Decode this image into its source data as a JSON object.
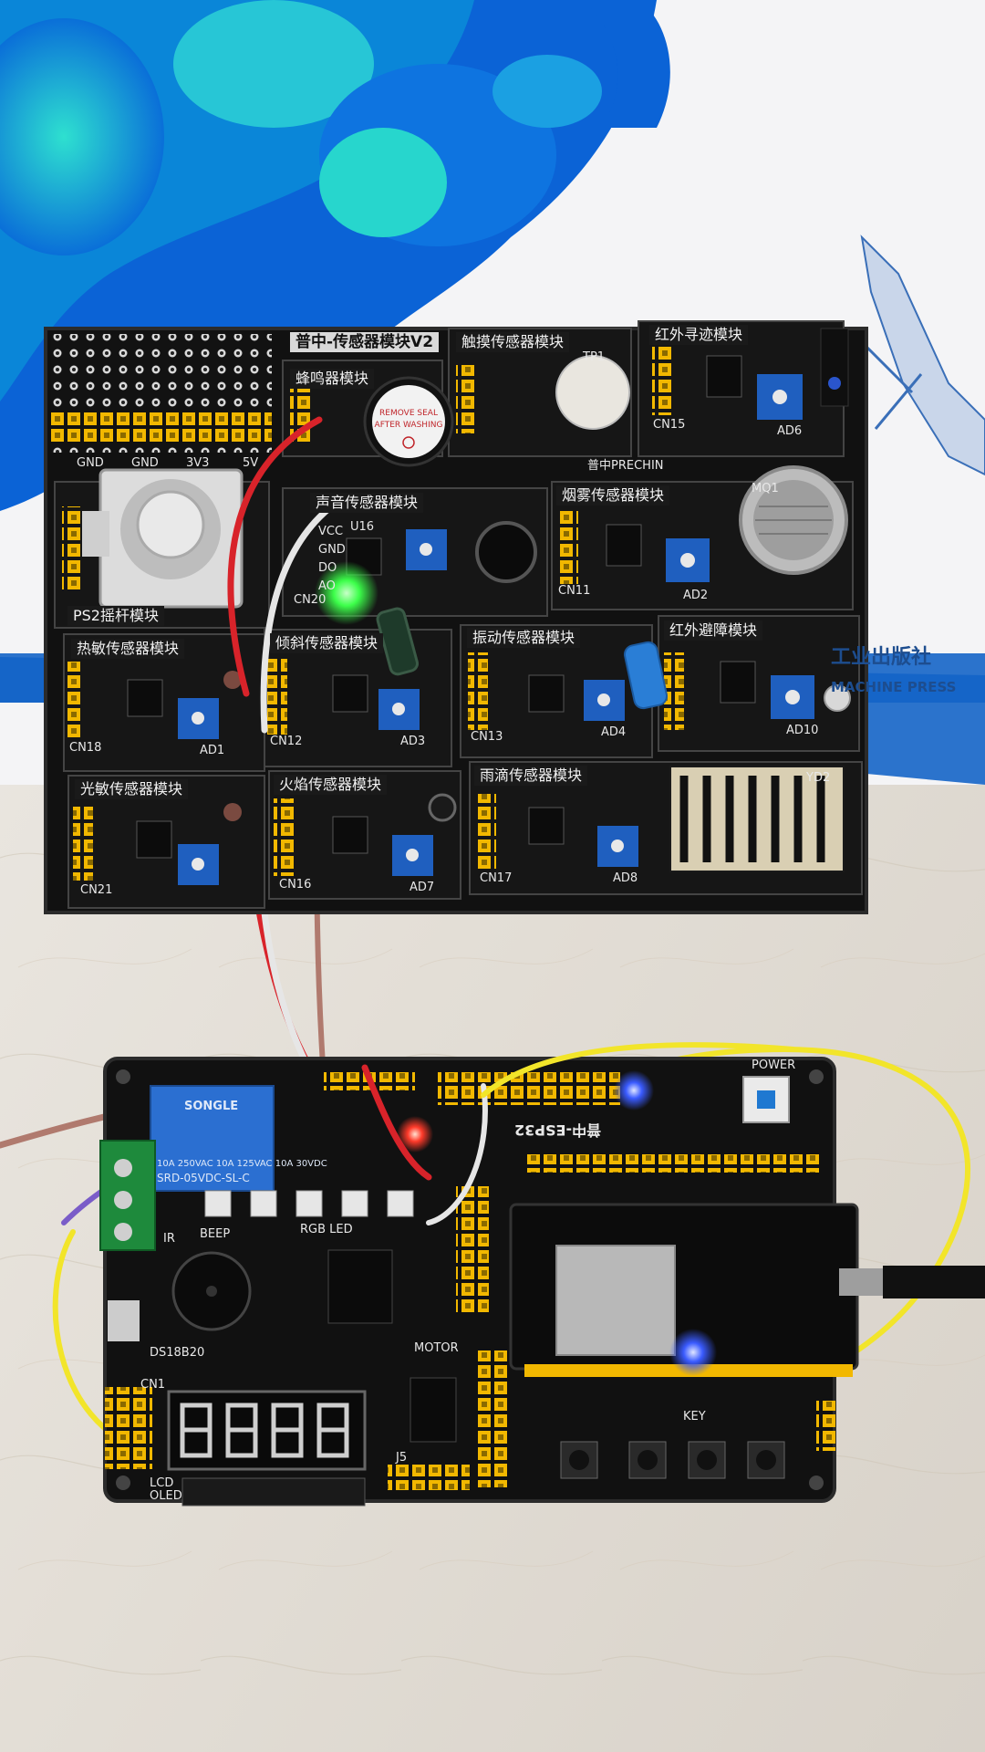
{
  "colors": {
    "pcb": "#111111",
    "pcb_edge": "#2b2b2b",
    "header_pins": "#f2b800",
    "potentiometer": "#1f5fbf",
    "led_green": "#3cff4a",
    "led_blue": "#3a5bff",
    "led_red": "#ff3a2a",
    "wire_red": "#d8232a",
    "wire_white": "#e6e6e6",
    "wire_brown": "#b07a6e",
    "wire_yellow": "#f2e52a",
    "wire_purple": "#7a5cc8",
    "background_marble": "#e7e3dc",
    "book_blue": "#1565c8"
  },
  "book": {
    "publisher_partial": "工业出版社",
    "english_partial": "MACHINE PRESS"
  },
  "sensor_board": {
    "header_title": "普中-传感器模块V2",
    "brand_text": "普中PRECHIN",
    "modules": [
      {
        "label": "蜂鸣器模块",
        "icon": "buzzer-icon"
      },
      {
        "label": "触摸传感器模块",
        "icon": "touch-pad-icon"
      },
      {
        "label": "红外寻迹模块",
        "icon": "ir-sensor-icon"
      },
      {
        "label": "PS2摇杆模块",
        "icon": "joystick-icon"
      },
      {
        "label": "声音传感器模块",
        "icon": "microphone-icon"
      },
      {
        "label": "烟雾传感器模块",
        "icon": "gas-sensor-icon"
      },
      {
        "label": "热敏传感器模块",
        "icon": "thermistor-icon"
      },
      {
        "label": "倾斜传感器模块",
        "icon": "tilt-switch-icon"
      },
      {
        "label": "振动传感器模块",
        "icon": "vibration-icon"
      },
      {
        "label": "红外避障模块",
        "icon": "ir-obstacle-icon"
      },
      {
        "label": "光敏传感器模块",
        "icon": "photoresistor-icon"
      },
      {
        "label": "火焰传感器模块",
        "icon": "flame-sensor-icon"
      },
      {
        "label": "雨滴传感器模块",
        "icon": "rain-pad-icon"
      }
    ],
    "silkscreen": [
      "GND",
      "GND",
      "3V3",
      "5V",
      "VCC",
      "GND",
      "DO",
      "AO",
      "CN15",
      "CN20",
      "CN11",
      "CN18",
      "CN12",
      "CN13",
      "CN21",
      "CN16",
      "CN17",
      "AD1",
      "AD2",
      "AD3",
      "AD4",
      "AD6",
      "AD7",
      "AD8",
      "AD10",
      "TP1",
      "U16",
      "MQ1",
      "YD2"
    ],
    "buzzer_sticker": "REMOVE SEAL AFTER WASHING"
  },
  "main_board": {
    "brand_text": "普中-ESP32",
    "relay_brand": "SONGLE",
    "relay_model": "SRD-05VDC-SL-C",
    "relay_rating": "10A 250VAC 10A 125VAC 10A 30VDC",
    "labels": [
      "POWER",
      "BEEP",
      "RGB LED",
      "MOTOR",
      "DS18B20",
      "KEY",
      "LCD",
      "OLED",
      "CN1",
      "J5",
      "IR"
    ],
    "module_icon": "esp32-module-icon",
    "usb_icon": "usb-port-icon",
    "display_icon": "seven-segment-display-icon"
  }
}
